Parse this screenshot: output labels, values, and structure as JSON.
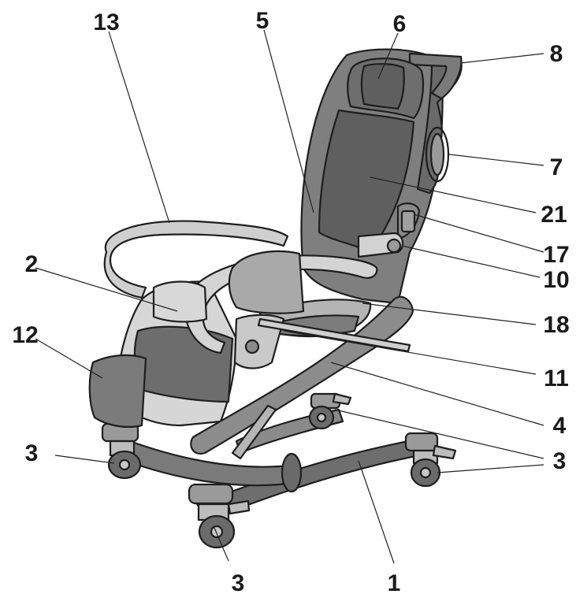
{
  "figure": {
    "callouts": [
      {
        "id": "c13",
        "text": "13"
      },
      {
        "id": "c5",
        "text": "5"
      },
      {
        "id": "c6",
        "text": "6"
      },
      {
        "id": "c8",
        "text": "8"
      },
      {
        "id": "c7",
        "text": "7"
      },
      {
        "id": "c21",
        "text": "21"
      },
      {
        "id": "c17",
        "text": "17"
      },
      {
        "id": "c2",
        "text": "2"
      },
      {
        "id": "c10",
        "text": "10"
      },
      {
        "id": "c12",
        "text": "12"
      },
      {
        "id": "c18",
        "text": "18"
      },
      {
        "id": "c11",
        "text": "11"
      },
      {
        "id": "c4",
        "text": "4"
      },
      {
        "id": "c3a",
        "text": "3"
      },
      {
        "id": "c3b",
        "text": "3"
      },
      {
        "id": "c3c",
        "text": "3"
      },
      {
        "id": "c1",
        "text": "1"
      }
    ]
  },
  "colors": {
    "light_grey": "#d9d9d9",
    "mid_grey": "#a6a6a6",
    "dark_grey": "#7a7a7a",
    "darker_grey": "#5f5f5f",
    "outline": "#1e1e1e"
  }
}
